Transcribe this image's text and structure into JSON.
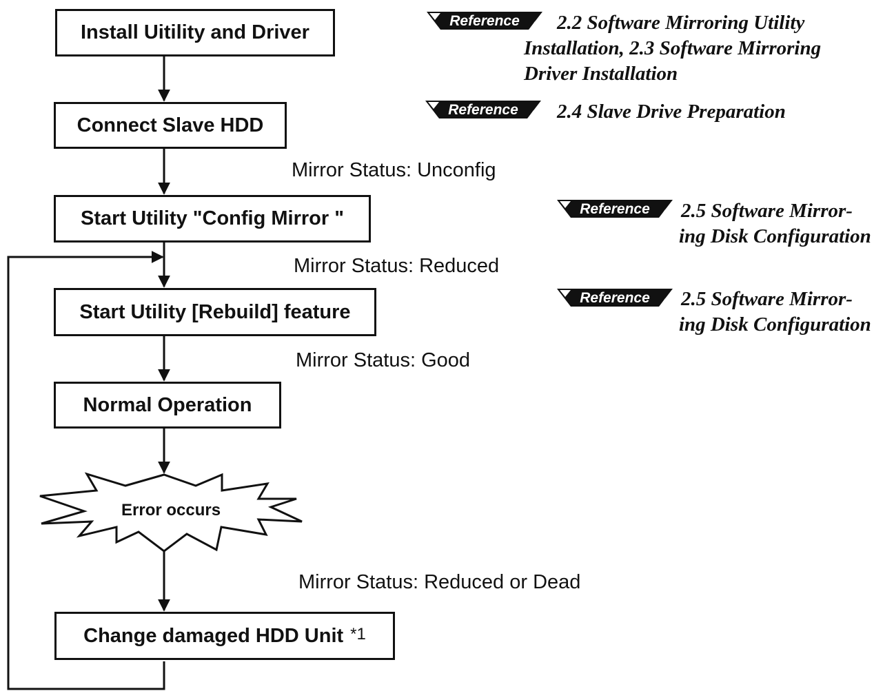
{
  "steps": [
    {
      "id": "install",
      "label": "Install Uitility and Driver"
    },
    {
      "id": "connect",
      "label": "Connect Slave HDD"
    },
    {
      "id": "config",
      "label": "Start Utility \"Config Mirror \""
    },
    {
      "id": "rebuild",
      "label": "Start Utility [Rebuild] feature"
    },
    {
      "id": "normal",
      "label": "Normal Operation"
    },
    {
      "id": "change",
      "label": "Change damaged HDD Unit",
      "note": "*1"
    }
  ],
  "error": {
    "label": "Error occurs"
  },
  "statuses": [
    "Mirror Status: Unconfig",
    "Mirror Status: Reduced",
    "Mirror Status: Good",
    "Mirror Status: Reduced or Dead"
  ],
  "badge_text": "Reference",
  "references": [
    {
      "lines": [
        "2.2 Software Mirroring Utility",
        "Installation, 2.3 Software Mirroring",
        "Driver Installation"
      ]
    },
    {
      "lines": [
        "2.4 Slave Drive Preparation"
      ]
    },
    {
      "lines": [
        "2.5 Software Mirror-",
        "ing Disk Configuration"
      ]
    },
    {
      "lines": [
        "2.5 Software Mirror-",
        "ing Disk Configuration"
      ]
    }
  ],
  "colors": {
    "line": "#111111",
    "background": "#ffffff"
  }
}
